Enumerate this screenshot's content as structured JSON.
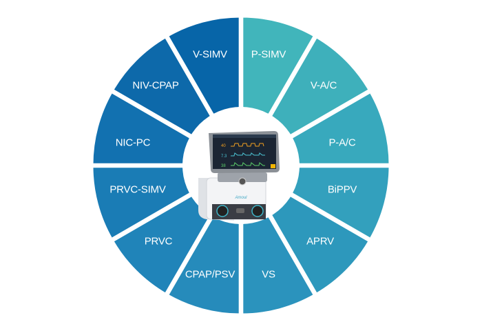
{
  "title": "Ventilation modes wheel",
  "segments": [
    {
      "label": "P-SIMV",
      "color": "#41b5bb"
    },
    {
      "label": "V-A/C",
      "color": "#3eb0bb"
    },
    {
      "label": "P-A/C",
      "color": "#38a9bd"
    },
    {
      "label": "BiPPV",
      "color": "#33a0bd"
    },
    {
      "label": "APRV",
      "color": "#2d98bc"
    },
    {
      "label": "VS",
      "color": "#2b93bd"
    },
    {
      "label": "CPAP/PSV",
      "color": "#268bbb"
    },
    {
      "label": "PRVC",
      "color": "#2084b9"
    },
    {
      "label": "PRVC-SIMV",
      "color": "#1a7cb5"
    },
    {
      "label": "NIC-PC",
      "color": "#1271b0"
    },
    {
      "label": "NIV-CPAP",
      "color": "#0d69aa"
    },
    {
      "label": "V-SIMV",
      "color": "#0765a8"
    }
  ],
  "center_image": {
    "device": "ventilator",
    "screen_values": [
      "40",
      "7.3",
      "38"
    ]
  }
}
